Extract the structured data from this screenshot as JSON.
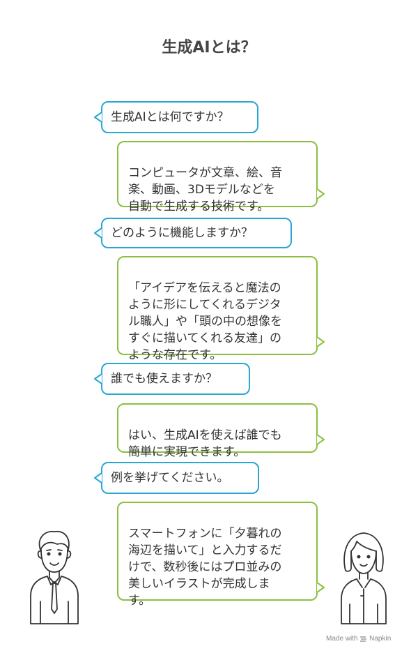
{
  "title": "生成AIとは？",
  "dialogue": [
    {
      "question": "生成AIとは何ですか？",
      "answer": "コンピュータが文章、絵、音\n楽、動画、3Dモデルなどを\n自動で生成する技術です。"
    },
    {
      "question": "どのように機能しますか？",
      "answer": "「アイデアを伝えると魔法の\nように形にしてくれるデジタ\nル職人」や「頭の中の想像を\nすぐに描いてくれる友達」の\nような存在です。"
    },
    {
      "question": "誰でも使えますか？",
      "answer": "はい、生成AIを使えば誰でも\n簡単に実現できます。"
    },
    {
      "question": "例を挙げてください。",
      "answer": "スマートフォンに「夕暮れの\n海辺を描いて」と入力するだ\nけで、数秒後にはプロ並みの\n美しいイラストが完成しま\nす。"
    }
  ],
  "footer": {
    "made_with": "Made with",
    "brand": "Napkin"
  },
  "colors": {
    "question_border": "#2aa6d2",
    "answer_border": "#8cbf3f",
    "text": "#333333"
  },
  "icons": [
    "man-with-tie-icon",
    "woman-icon",
    "napkin-logo-icon"
  ]
}
